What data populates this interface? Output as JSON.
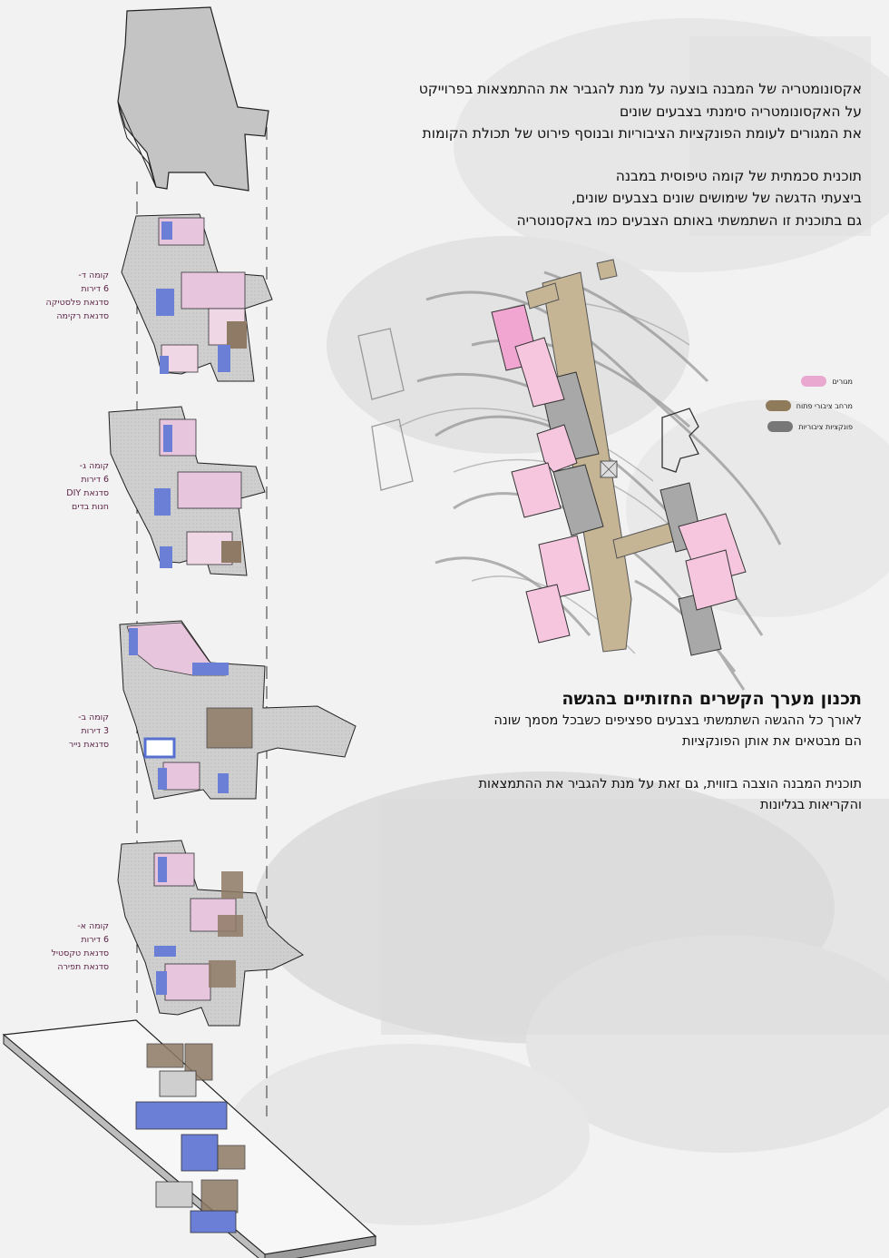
{
  "intro": {
    "lines": [
      "אקסונומטריה של המבנה בוצעה על מנת להגביר את ההתמצאות בפרוייקט",
      "על האקסונומטריה סימנתי בצבעים שונים",
      "את המגורים לעומת הפונקציות הציבוריות ובנוסף פירוט של תכולת הקומות"
    ],
    "lines2": [
      "תוכנית סכמתית של קומה טיפוסית במבנה",
      "ביצעתי הדגשה של שימושים שונים בצבעים שונים,",
      "גם בתוכנית זו השתמשתי באותם הצבעים כמו באקסנוטריה"
    ]
  },
  "design": {
    "heading": "תכנון מערך הקשרים החזותיים בהגשה",
    "lines": [
      "לאורך כל ההגשה השתמשתי בצבעים ספציפים כשבכל מסמך שונה",
      "הם מבטאים את אותן הפונקציות"
    ],
    "lines2": [
      "תוכנית המבנה הוצבה בזווית, גם זאת על מנת להגביר את ההתמצאות",
      "והקריאות בגליונות"
    ]
  },
  "floors": {
    "d": [
      "קומה ד-",
      "6 דירות",
      "סדנאת פלסטיקה",
      "סדנאת רקימה"
    ],
    "g": [
      "קומה ג-",
      "6 דירות",
      "סדנאת DIY",
      "חנות בדים"
    ],
    "b": [
      "קומה ב-",
      "3 דירות",
      "סדנאת נייר"
    ],
    "a": [
      "קומה א-",
      "6 דירות",
      "סדנאת טקסטיל",
      "סדנאת תפירה"
    ]
  },
  "legend": {
    "residential": {
      "label": "מגורים",
      "color": "#e8a8cf"
    },
    "open_public": {
      "label": "מרחב ציבורי פתוח",
      "color": "#8f7a5a"
    },
    "public_functions": {
      "label": "פונקציות ציבוריות",
      "color": "#777777"
    }
  },
  "colors": {
    "pink": "#efc4dc",
    "pink_dark": "#e29ac4",
    "blue": "#6c7fd6",
    "brown": "#8f7a66",
    "tan": "#c8b999",
    "gray_floor": "#cdcdcd",
    "gray_block": "#a6a6a6",
    "text_floor": "#5b1f44"
  }
}
